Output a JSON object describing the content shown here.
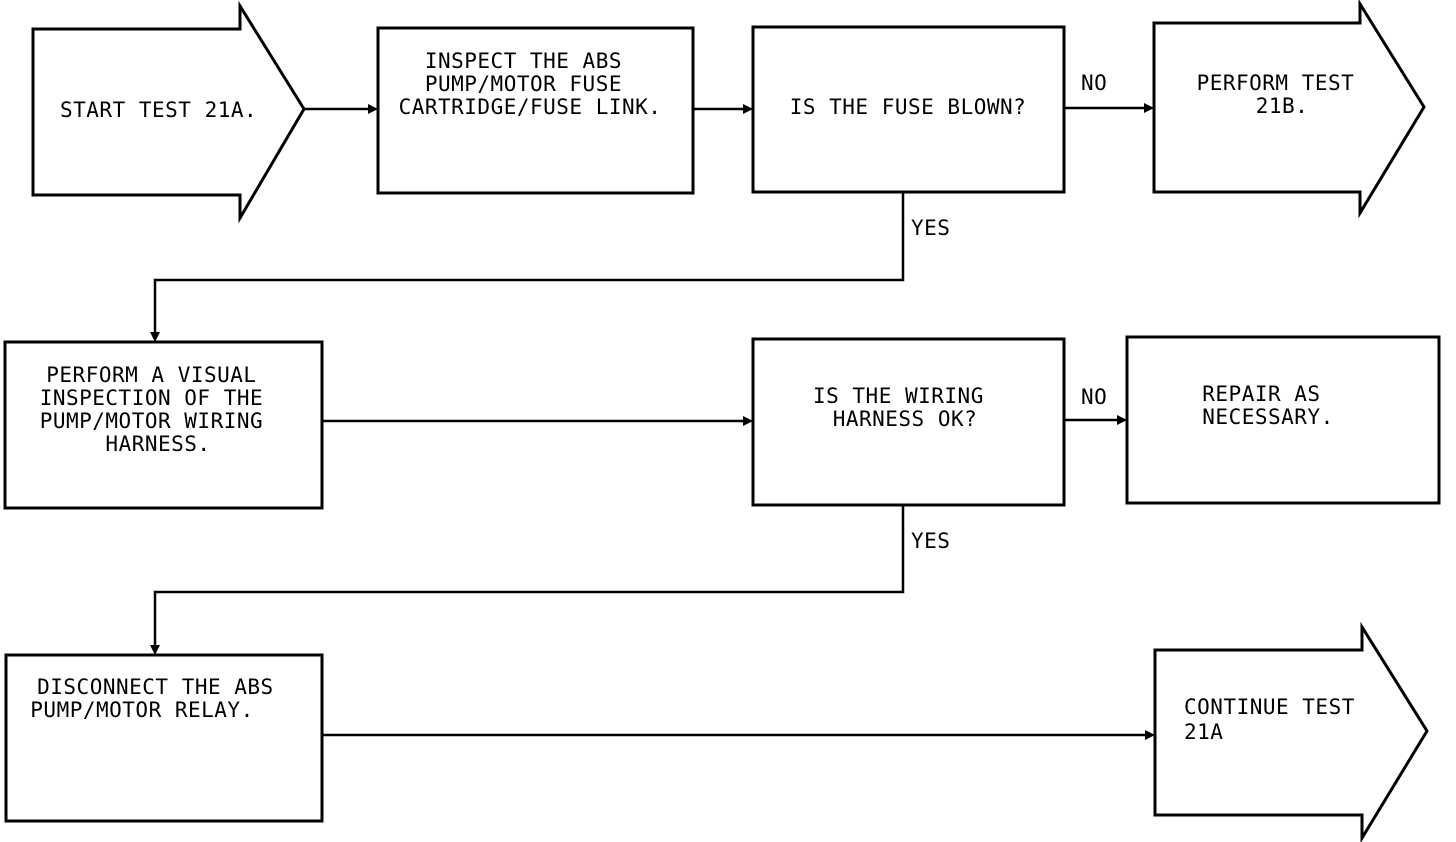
{
  "nodes": {
    "start": "START TEST 21A.",
    "inspect": [
      "INSPECT THE ABS",
      "PUMP/MOTOR FUSE",
      "CARTRIDGE/FUSE LINK."
    ],
    "fuse_blown": "IS THE FUSE BLOWN?",
    "perform_21b": [
      "PERFORM TEST",
      "21B."
    ],
    "visual": [
      "PERFORM A VISUAL",
      "INSPECTION OF THE",
      "PUMP/MOTOR WIRING",
      "HARNESS."
    ],
    "harness_ok": [
      "IS THE WIRING",
      "HARNESS OK?"
    ],
    "repair": [
      "REPAIR AS",
      "NECESSARY."
    ],
    "disconnect": [
      "DISCONNECT THE ABS",
      "PUMP/MOTOR RELAY."
    ],
    "continue": [
      "CONTINUE TEST",
      "21A"
    ]
  },
  "labels": {
    "no_1": "NO",
    "yes_1": "YES",
    "no_2": "NO",
    "yes_2": "YES"
  },
  "colors": {
    "line": "#000000",
    "background": "#ffffff"
  }
}
